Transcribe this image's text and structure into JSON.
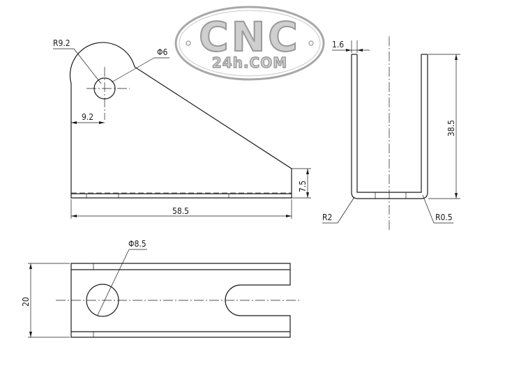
{
  "watermark": {
    "main": "CNC",
    "sub": "24h.COM"
  },
  "dimensions": {
    "front_r": "R9.2",
    "front_hole": "Φ6",
    "front_offset": "9.2",
    "front_length": "58.5",
    "front_height": "7.5",
    "side_thickness": "1.6",
    "side_height": "38.5",
    "side_r_outer": "R2",
    "side_r_inner": "R0.5",
    "top_hole": "Φ8.5",
    "top_width": "20"
  }
}
